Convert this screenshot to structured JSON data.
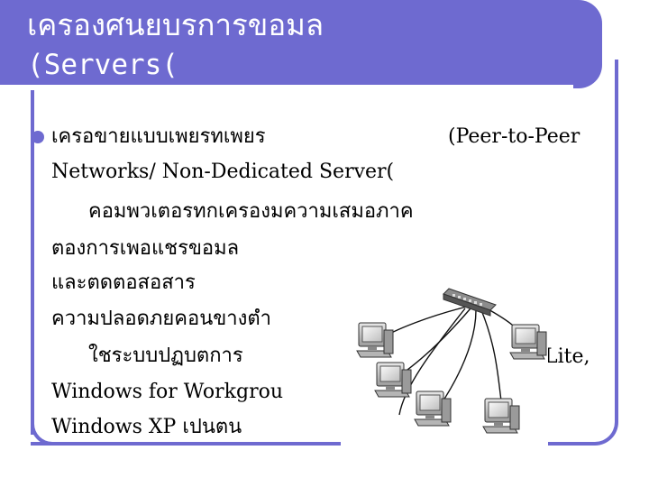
{
  "title": {
    "line1": "เครองศนยบรการขอมล",
    "line2": "(Servers("
  },
  "bullet": {
    "heading_thai": "เครอขายแบบเพยรทเพยร",
    "heading_en": "(Peer-to-Peer",
    "line2": "Networks/ Non-Dedicated Server(",
    "line3": "คอมพวเตอรทกเครองมความเสมอภาค",
    "line4": "ตองการเพอแชรขอมล",
    "line5": "และตดตอสอสาร",
    "line6": "ความปลอดภยคอนขางตำ",
    "line7_thai": "ใชระบบปฏบตการ",
    "line7_en": "Lite,",
    "line8": "Windows for Workgrou",
    "line9": "Windows XP เปนตน"
  },
  "colors": {
    "accent": "#6e6ad0",
    "text": "#000000",
    "background": "#ffffff"
  },
  "diagram": {
    "icon": "network-hub-computers-icon"
  }
}
